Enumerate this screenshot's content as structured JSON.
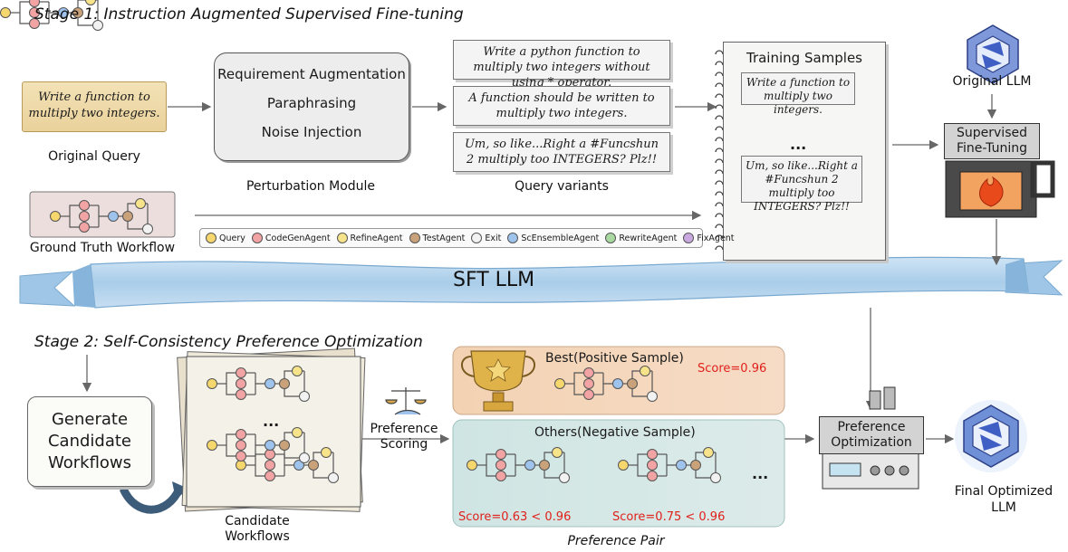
{
  "stage1": {
    "title": "Stage 1: Instruction Augmented Supervised Fine-tuning",
    "original_query_text": "Write a function to multiply two integers.",
    "original_query_label": "Original Query",
    "perturbation": {
      "title": "Requirement Augmentation",
      "item1": "Paraphrasing",
      "item2": "Noise Injection",
      "label": "Perturbation Module"
    },
    "query_variants": {
      "v1": "Write a python function to multiply two integers without using * operator.",
      "v2": "A function should be written to multiply two integers.",
      "v3": "Um, so like...Right a #Funcshun 2 multiply too INTEGERS? Plz!!",
      "label": "Query variants"
    },
    "training_samples": {
      "title": "Training Samples",
      "s1": "Write a function to multiply two integers.",
      "ellipsis": "...",
      "s2": "Um, so like...Right a #Funcshun 2 multiply too INTEGERS? Plz!!"
    },
    "original_llm_label": "Original LLM",
    "sft_label": "Supervised Fine-Tuning",
    "gt_workflow_label": "Ground Truth Workflow"
  },
  "legend": [
    {
      "label": "Query",
      "color": "#f5d76e"
    },
    {
      "label": "CodeGenAgent",
      "color": "#f2a3a3"
    },
    {
      "label": "RefineAgent",
      "color": "#f7e38a"
    },
    {
      "label": "TestAgent",
      "color": "#c9a27a"
    },
    {
      "label": "Exit",
      "color": "#f2f2f2"
    },
    {
      "label": "ScEnsembleAgent",
      "color": "#9ec3ec"
    },
    {
      "label": "RewriteAgent",
      "color": "#a9d9a0"
    },
    {
      "label": "FixAgent",
      "color": "#c9a8e0"
    }
  ],
  "banner_label": "SFT LLM",
  "stage2": {
    "title": "Stage 2: Self-Consistency Preference Optimization",
    "generate_label": "Generate Candidate Workflows",
    "candidate_label": "Candidate Workflows",
    "candidate_ellipsis": "...",
    "scoring_label": "Preference Scoring",
    "best_title": "Best(Positive Sample)",
    "best_score": "Score=0.96",
    "others_title": "Others(Negative Sample)",
    "others_ellipsis": "...",
    "neg_score1": "Score=0.63 < 0.96",
    "neg_score2": "Score=0.75 < 0.96",
    "pair_label": "Preference Pair",
    "po_label": "Preference Optimization",
    "final_label": "Final Optimized LLM"
  }
}
